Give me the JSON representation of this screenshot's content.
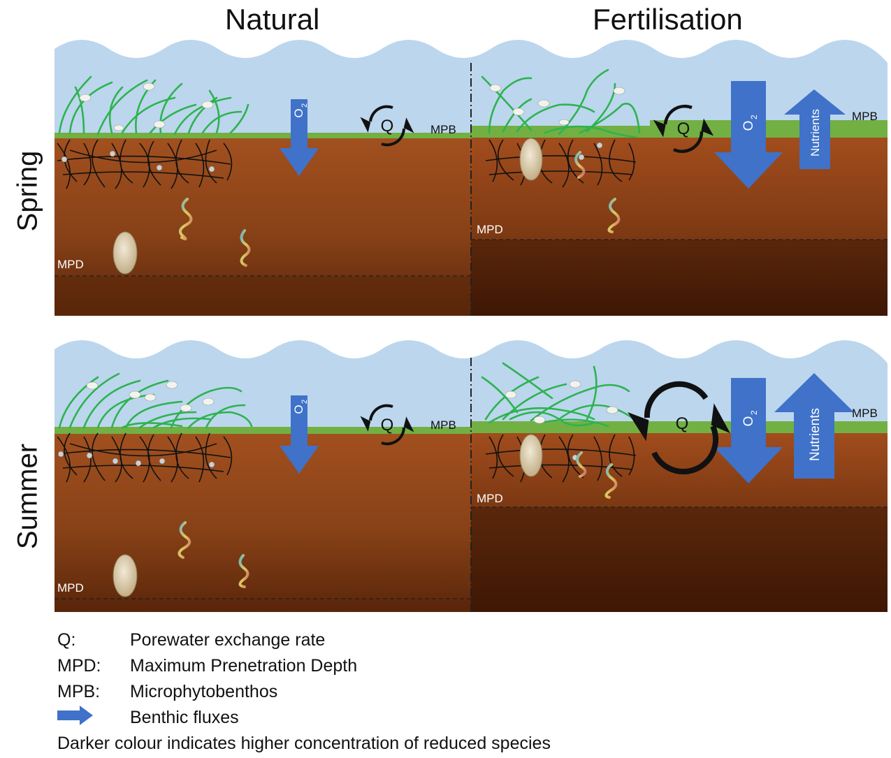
{
  "columns": {
    "natural": "Natural",
    "fertilisation": "Fertilisation"
  },
  "rows": {
    "spring": "Spring",
    "summer": "Summer"
  },
  "labels": {
    "mpb": "MPB",
    "mpd": "MPD",
    "q": "Q",
    "oxygen": "O",
    "oxygen_sub": "2",
    "nutrients": "Nutrients"
  },
  "legend": {
    "q_term": "Q:",
    "q_def": "Porewater exchange rate",
    "mpd_term": "MPD:",
    "mpd_def": "Maximum Prenetration Depth",
    "mpb_term": "MPB:",
    "mpb_def": "Microphytobenthos",
    "arrow_def": "Benthic fluxes",
    "note": "Darker colour indicates higher concentration of reduced species"
  },
  "colors": {
    "water": "#bcd6ee",
    "mpb_layer": "#72b043",
    "sediment_top": "#a04b1d",
    "sediment_bottom": "#4d1d05",
    "flux_arrow": "#3f72c8",
    "seagrass": "#2db34f"
  },
  "icons": [
    "seagrass-blades",
    "root-network",
    "bivalve",
    "polychaete-worm",
    "flux-arrow",
    "exchange-cycle-icon"
  ]
}
